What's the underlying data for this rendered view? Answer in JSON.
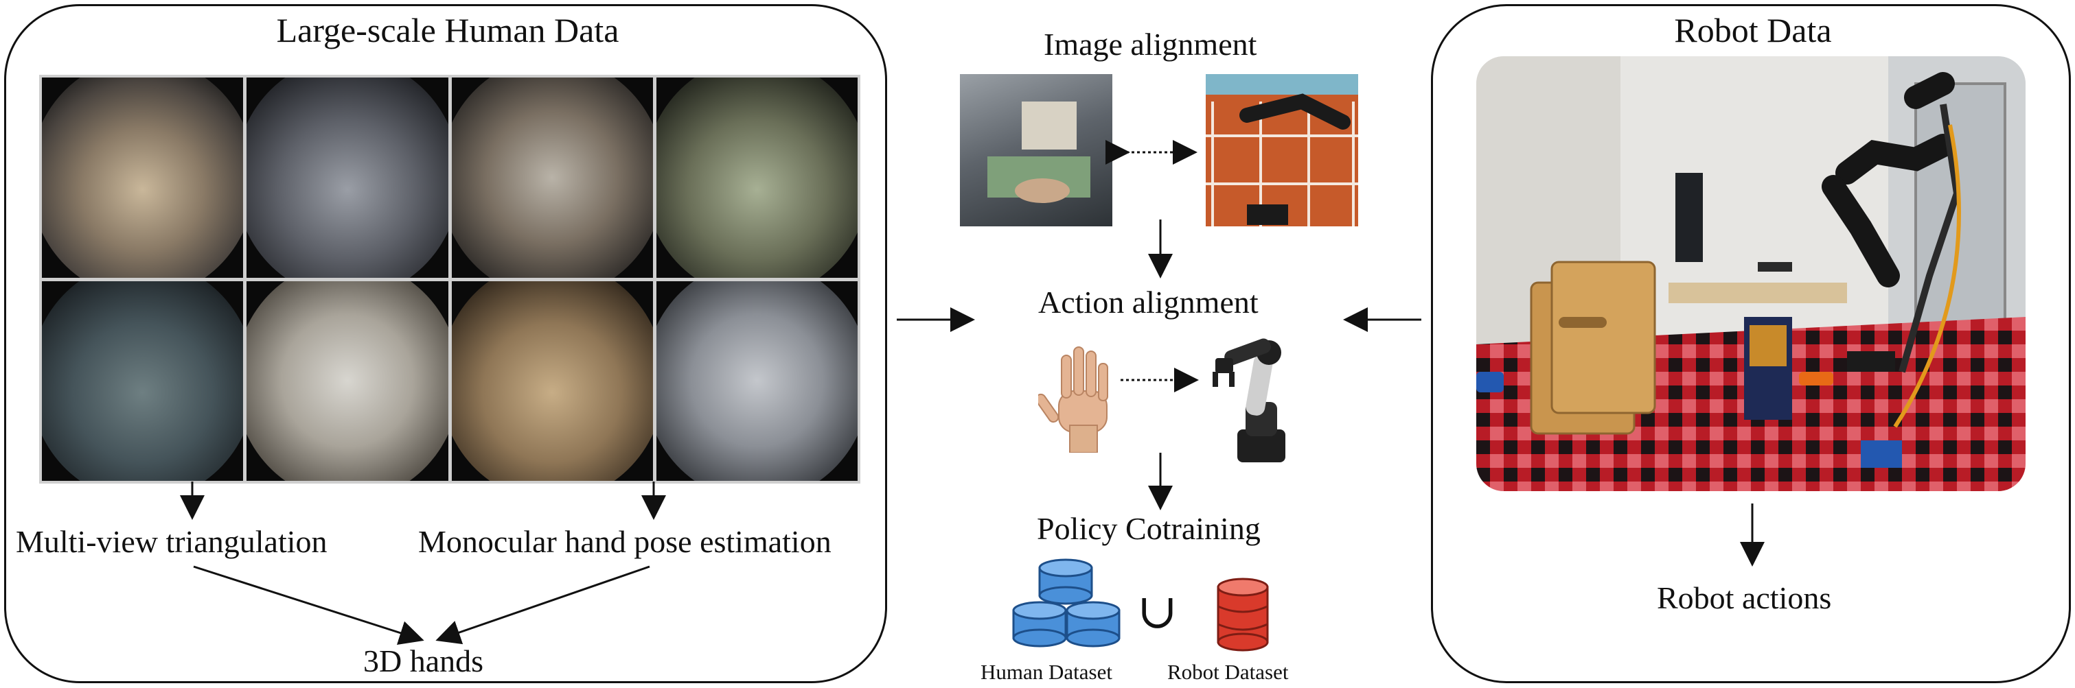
{
  "left_panel": {
    "title": "Large-scale Human Data",
    "method_1": "Multi-view triangulation",
    "method_2": "Monocular hand pose estimation",
    "output": "3D hands"
  },
  "middle": {
    "image_alignment": "Image alignment",
    "action_alignment": "Action alignment",
    "policy_cotraining": "Policy Cotraining",
    "union_symbol": "∪",
    "human_dataset": "Human Dataset",
    "robot_dataset": "Robot Dataset"
  },
  "right_panel": {
    "title": "Robot Data",
    "output": "Robot actions"
  },
  "colors": {
    "human_db": "#4a90d9",
    "robot_db": "#d93a2b",
    "tablecloth_red": "#c0202a",
    "wood": "#c9954e"
  }
}
